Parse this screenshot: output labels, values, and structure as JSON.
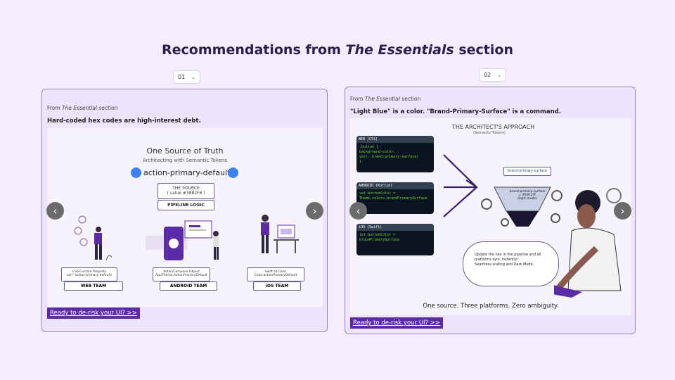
{
  "heading": {
    "prefix": "Recommendations from ",
    "emphasis": "The Essentials",
    "suffix": " section"
  },
  "cards": [
    {
      "select": "01",
      "from_prefix": "From ",
      "from_em": "The Essential",
      "from_suffix": " section",
      "headline": "Hard-coded hex codes are high-interest debt.",
      "infographic": {
        "title": "One Source of Truth",
        "subtitle": "Architecting with Semantic Tokens",
        "token": "action-primary-default",
        "source_label": "THE SOURCE",
        "source_value": "( value #3882F6 )",
        "pipeline": "PIPELINE LOGIC",
        "teams": [
          {
            "desc1": "CSS Custom Property",
            "desc2": "var(--action-primary-default)",
            "name": "WEB TEAM"
          },
          {
            "desc1": "Kotlin/Compose Object",
            "desc2": "AppTheme.ActionPrimaryDefault",
            "name": "ANDROID TEAM"
          },
          {
            "desc1": "Swift UI Color",
            "desc2": "Color.actionPrimaryDefault",
            "name": "iOS TEAM"
          }
        ]
      },
      "cta": "Ready to de-risk your UI? >>"
    },
    {
      "select": "02",
      "from_prefix": "From ",
      "from_em": "The Essential",
      "from_suffix": " section",
      "headline": "\"Light Blue\" is a color. \"Brand-Primary-Surface\" is a command.",
      "infographic": {
        "title": "THE ARCHITECT'S APPROACH",
        "subtitle": "(Semantic Tokens)",
        "code_blocks": [
          {
            "label": "WEB (CSS)",
            "lines": [
              ".button {",
              "  background-color:",
              "var(--brand-primary-surface)",
              "}"
            ]
          },
          {
            "label": "ANDROID (Kotlin)",
            "lines": [
              "val buttonColor =",
              "  Theme.colors.brandPrimarySurface"
            ]
          },
          {
            "label": "iOS (Swift)",
            "lines": [
              "let buttonColor =",
              "brandPrimarySurface"
            ]
          }
        ],
        "token_label": "brand-primary-surface",
        "funnel_text": [
          "brand-primary-surface",
          "= #E8F2FF",
          "(light mode)"
        ],
        "bubble_text": [
          "Update the hex in the pipeline and all",
          "platforms sync instantly!",
          "Seamless scaling and Dark Mode."
        ],
        "caption": "One source. Three platforms. Zero ambiguity."
      },
      "cta": "Ready to de-risk your UI? >>"
    }
  ],
  "colors": {
    "accent": "#5b2ca6",
    "token_dot": "#3b82f6",
    "background": "#f3edfd",
    "card_bg": "#ede4fb"
  }
}
